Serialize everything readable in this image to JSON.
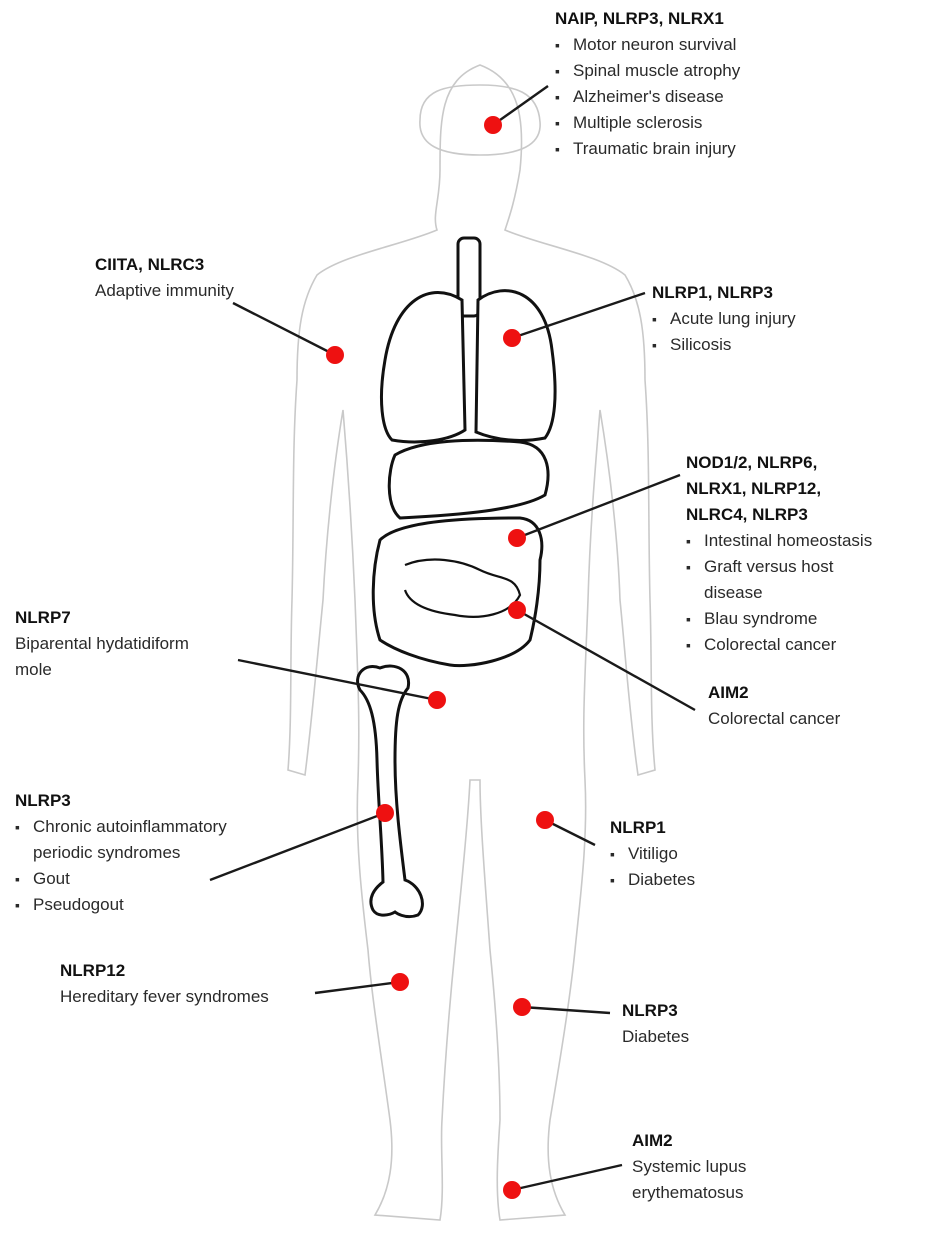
{
  "annotations": {
    "brain": {
      "genes": "NAIP, NLRP3, NLRX1",
      "items": [
        "Motor neuron survival",
        "Spinal muscle atrophy",
        "Alzheimer's disease",
        "Multiple sclerosis",
        "Traumatic brain injury"
      ]
    },
    "immunity": {
      "genes": "CIITA, NLRC3",
      "description": "Adaptive immunity"
    },
    "lung": {
      "genes": "NLRP1, NLRP3",
      "items": [
        "Acute lung injury",
        "Silicosis"
      ]
    },
    "intestine": {
      "genes": "NOD1/2, NLRP6,\nNLRX1, NLRP12,\nNLRC4, NLRP3",
      "items": [
        "Intestinal homeostasis",
        "Graft versus host\ndisease",
        "Blau syndrome",
        "Colorectal cancer"
      ]
    },
    "placenta": {
      "genes": "NLRP7",
      "description": "Biparental hydatidiform\n      mole"
    },
    "colon": {
      "genes": "AIM2",
      "description": "Colorectal cancer"
    },
    "joints": {
      "genes": "NLRP3",
      "items": [
        "Chronic autoinflammatory\nperiodic syndromes",
        "Gout",
        "Pseudogout"
      ]
    },
    "skin": {
      "genes": "NLRP1",
      "items": [
        "Vitiligo",
        "Diabetes"
      ]
    },
    "fever": {
      "genes": "NLRP12",
      "description": "Hereditary fever syndromes"
    },
    "metabolic": {
      "genes": "NLRP3",
      "description": "Diabetes"
    },
    "lupus": {
      "genes": "AIM2",
      "description": "Systemic lupus\n     erythematosus"
    }
  },
  "colors": {
    "marker": "#ee1111",
    "leader": "#1a1a1a",
    "outline": "#c9c9c9"
  }
}
